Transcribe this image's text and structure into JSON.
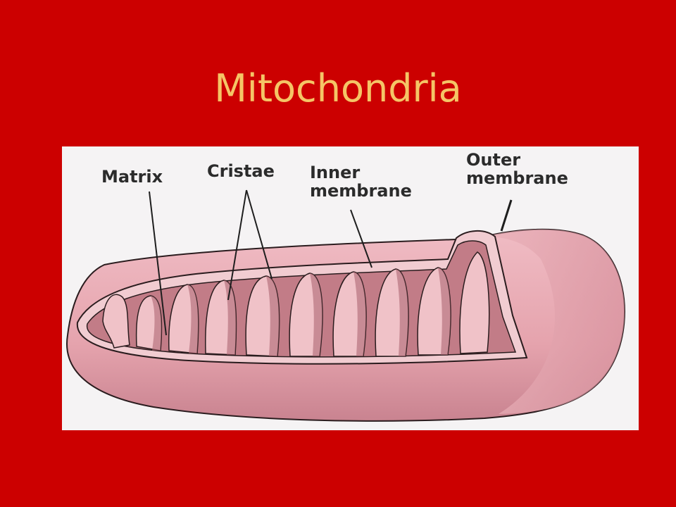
{
  "slide": {
    "title": "Mitochondria",
    "title_color": "#f5c566",
    "background_color": "#cc0000"
  },
  "diagram": {
    "subject": "mitochondrion cross-section",
    "labels": {
      "matrix": "Matrix",
      "cristae": "Cristae",
      "inner_membrane": "Inner\nmembrane",
      "outer_membrane": "Outer\nmembrane"
    },
    "colors": {
      "panel": "#f5f3f4",
      "outer_shell": "#e5a3ad",
      "interior": "#c27c87",
      "cristae_fold": "#f0c2c8",
      "outline": "#2a1c1e"
    }
  }
}
